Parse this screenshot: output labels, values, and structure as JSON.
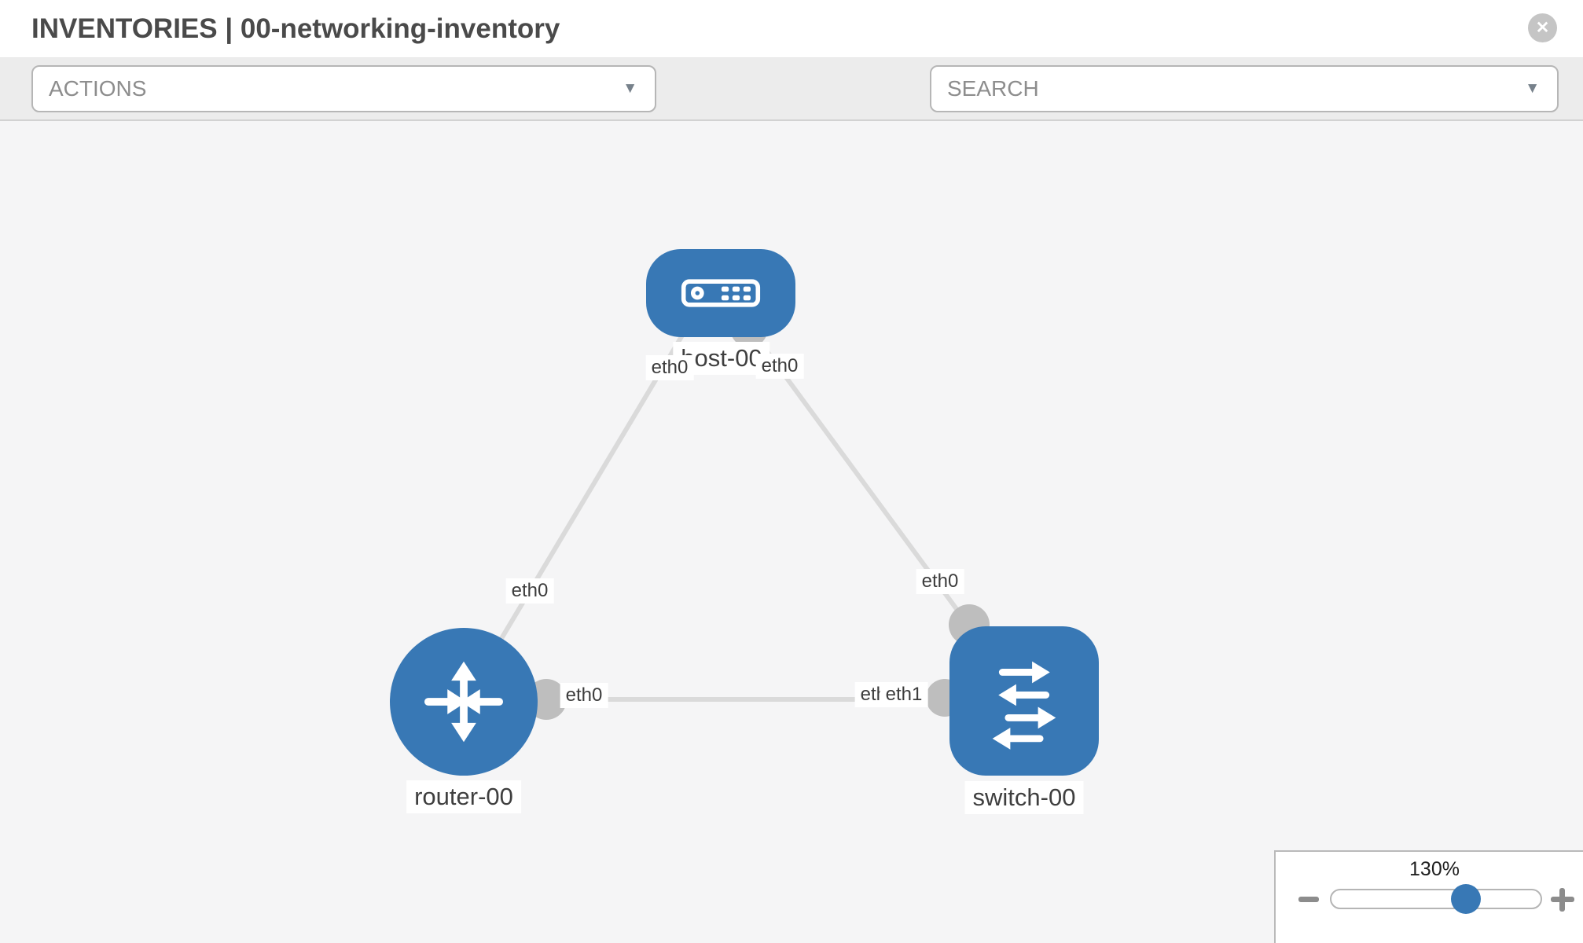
{
  "header": {
    "title": "INVENTORIES | 00-networking-inventory",
    "close_glyph": "✕"
  },
  "toolbar": {
    "actions": {
      "label": "ACTIONS",
      "caret": "▼"
    },
    "tool_icons": [
      "wrench-icon",
      "key-icon"
    ],
    "search": {
      "label": "SEARCH",
      "caret": "▼"
    }
  },
  "topology": {
    "nodes": [
      {
        "id": "host-00",
        "label": "host-00",
        "type": "host"
      },
      {
        "id": "router-00",
        "label": "router-00",
        "type": "router"
      },
      {
        "id": "switch-00",
        "label": "switch-00",
        "type": "switch"
      }
    ],
    "links": [
      {
        "source": "host-00",
        "target": "router-00",
        "source_interface": "eth0",
        "target_interface": "eth0"
      },
      {
        "source": "host-00",
        "target": "switch-00",
        "source_interface": "eth0",
        "target_interface": "eth0"
      },
      {
        "source": "router-00",
        "target": "switch-00",
        "source_interface": "eth0",
        "target_interface": "eth1"
      }
    ],
    "interface_labels": [
      {
        "text": "eth0"
      },
      {
        "text": "eth0"
      },
      {
        "text": "eth0"
      },
      {
        "text": "eth0"
      },
      {
        "text": "eth0"
      },
      {
        "text": "eth0"
      },
      {
        "text": "eth1"
      }
    ]
  },
  "zoom_control": {
    "value": "130%",
    "icons": [
      "minus-icon",
      "plus-icon"
    ]
  },
  "colors": {
    "node_blue": "#3878b5",
    "link_gray": "#dadada",
    "port_gray": "#bebebe",
    "toolbar_bg": "#ececec",
    "canvas_bg": "#f5f5f6",
    "title_text": "#4a4a4a",
    "muted_text": "#8d8d8d",
    "icon_gray": "#7d878d"
  }
}
